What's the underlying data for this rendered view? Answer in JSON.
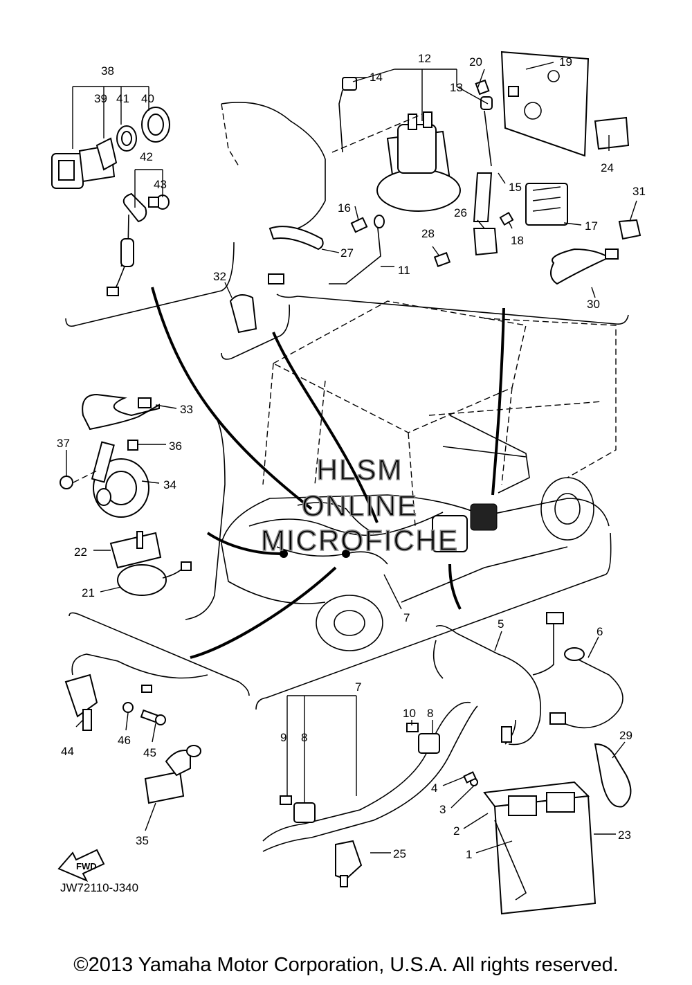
{
  "parts": [
    {
      "id": "38",
      "label": "38"
    },
    {
      "id": "39",
      "label": "39"
    },
    {
      "id": "41",
      "label": "41"
    },
    {
      "id": "40",
      "label": "40"
    },
    {
      "id": "42",
      "label": "42"
    },
    {
      "id": "43",
      "label": "43"
    },
    {
      "id": "12",
      "label": "12"
    },
    {
      "id": "14",
      "label": "14"
    },
    {
      "id": "13",
      "label": "13"
    },
    {
      "id": "20",
      "label": "20"
    },
    {
      "id": "19",
      "label": "19"
    },
    {
      "id": "24",
      "label": "24"
    },
    {
      "id": "31",
      "label": "31"
    },
    {
      "id": "15",
      "label": "15"
    },
    {
      "id": "16",
      "label": "16"
    },
    {
      "id": "26",
      "label": "26"
    },
    {
      "id": "17",
      "label": "17"
    },
    {
      "id": "18",
      "label": "18"
    },
    {
      "id": "28",
      "label": "28"
    },
    {
      "id": "27",
      "label": "27"
    },
    {
      "id": "11",
      "label": "11"
    },
    {
      "id": "30",
      "label": "30"
    },
    {
      "id": "32",
      "label": "32"
    },
    {
      "id": "33",
      "label": "33"
    },
    {
      "id": "36",
      "label": "36"
    },
    {
      "id": "37",
      "label": "37"
    },
    {
      "id": "34",
      "label": "34"
    },
    {
      "id": "22",
      "label": "22"
    },
    {
      "id": "21",
      "label": "21"
    },
    {
      "id": "7a",
      "label": "7"
    },
    {
      "id": "5",
      "label": "5"
    },
    {
      "id": "6",
      "label": "6"
    },
    {
      "id": "7b",
      "label": "7"
    },
    {
      "id": "10",
      "label": "10"
    },
    {
      "id": "8a",
      "label": "8"
    },
    {
      "id": "9",
      "label": "9"
    },
    {
      "id": "8b",
      "label": "8"
    },
    {
      "id": "29",
      "label": "29"
    },
    {
      "id": "4",
      "label": "4"
    },
    {
      "id": "3",
      "label": "3"
    },
    {
      "id": "2",
      "label": "2"
    },
    {
      "id": "1",
      "label": "1"
    },
    {
      "id": "23",
      "label": "23"
    },
    {
      "id": "25",
      "label": "25"
    },
    {
      "id": "44",
      "label": "44"
    },
    {
      "id": "46",
      "label": "46"
    },
    {
      "id": "45",
      "label": "45"
    },
    {
      "id": "35",
      "label": "35"
    }
  ],
  "watermark": [
    "HLSM",
    "ONLINE",
    "MICROFICHE"
  ],
  "fwd_label": "FWD",
  "diagram_code": "JW72110-J340",
  "copyright": "©2013 Yamaha Motor Corporation, U.S.A. All rights reserved."
}
